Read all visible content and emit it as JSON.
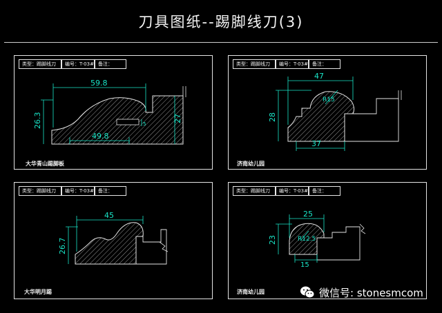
{
  "title": "刀具图纸--踢脚线刀(3)",
  "panels": [
    {
      "header": {
        "type": "类型：踢脚线刀",
        "code": "编号：T-03#",
        "note": "备注："
      },
      "caption": "大华青山踢脚板",
      "dims": {
        "top": "59.8",
        "height": "26.3",
        "bottom": "49.8",
        "right_height": "27",
        "small": "5"
      }
    },
    {
      "header": {
        "type": "类型：踢脚线刀",
        "code": "编号：T-03#",
        "note": "备注："
      },
      "caption": "济南幼儿园",
      "dims": {
        "top": "47",
        "height": "28",
        "bottom": "37",
        "radius": "R15"
      }
    },
    {
      "header": {
        "type": "类型：踢脚线刀",
        "code": "编号：T-03#",
        "note": "备注："
      },
      "caption": "大华明月踢",
      "dims": {
        "top": "45",
        "height": "26.7"
      }
    },
    {
      "header": {
        "type": "类型：踢脚线刀",
        "code": "编号：T-03#",
        "note": "备注："
      },
      "caption": "济南幼儿园",
      "dims": {
        "top": "25",
        "height": "23",
        "bottom": "15",
        "radius": "R12.5"
      }
    }
  ],
  "watermark": {
    "text": "微信号: stonesmcom",
    "icon": "wechat-icon"
  },
  "colors": {
    "dimension": "#19e6c8",
    "outline": "#e6e6e6",
    "background": "#000000"
  }
}
